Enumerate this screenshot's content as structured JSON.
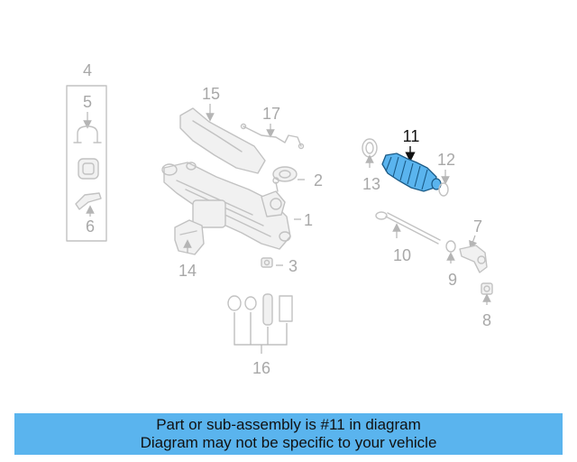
{
  "diagram": {
    "callouts": [
      "1",
      "2",
      "3",
      "4",
      "5",
      "6",
      "7",
      "8",
      "9",
      "10",
      "11",
      "12",
      "13",
      "14",
      "15",
      "16",
      "17"
    ],
    "highlighted_part": "11",
    "highlight_color": "#5ab4ee",
    "line_color": "#c2c2c2"
  },
  "banner": {
    "line1": "Part or sub-assembly is #11 in diagram",
    "line2": "Diagram may not be specific to your vehicle",
    "background": "#5ab4ee"
  }
}
